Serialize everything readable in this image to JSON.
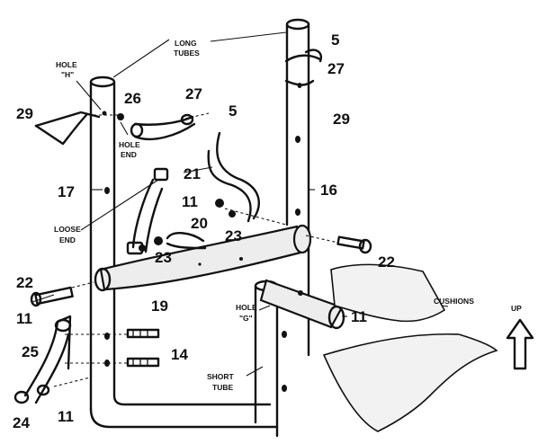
{
  "part_numbers": {
    "p5_top": "5",
    "p27_top": "27",
    "p29_right": "29",
    "p29_left": "29",
    "p26": "26",
    "p27_mid": "27",
    "p5_mid": "5",
    "p21": "21",
    "p17": "17",
    "p16": "16",
    "p11_mid": "11",
    "p20": "20",
    "p23_right": "23",
    "p23_left": "23",
    "p22_right": "22",
    "p22_left": "22",
    "p19": "19",
    "p11_right": "11",
    "p11_left": "11",
    "p25": "25",
    "p14": "14",
    "p24": "24",
    "p11_bottom": "11"
  },
  "captions": {
    "long_tubes_1": "LONG",
    "long_tubes_2": "TUBES",
    "hole_h_1": "HOLE",
    "hole_h_2": "\"H\"",
    "hole_end_1": "HOLE",
    "hole_end_2": "END",
    "loose_end_1": "LOOSE",
    "loose_end_2": "END",
    "hole_g_1": "HOLE",
    "hole_g_2": "\"G\"",
    "short_tube_1": "SHORT",
    "short_tube_2": "TUBE",
    "cushions": "CUSHIONS",
    "up": "UP"
  }
}
